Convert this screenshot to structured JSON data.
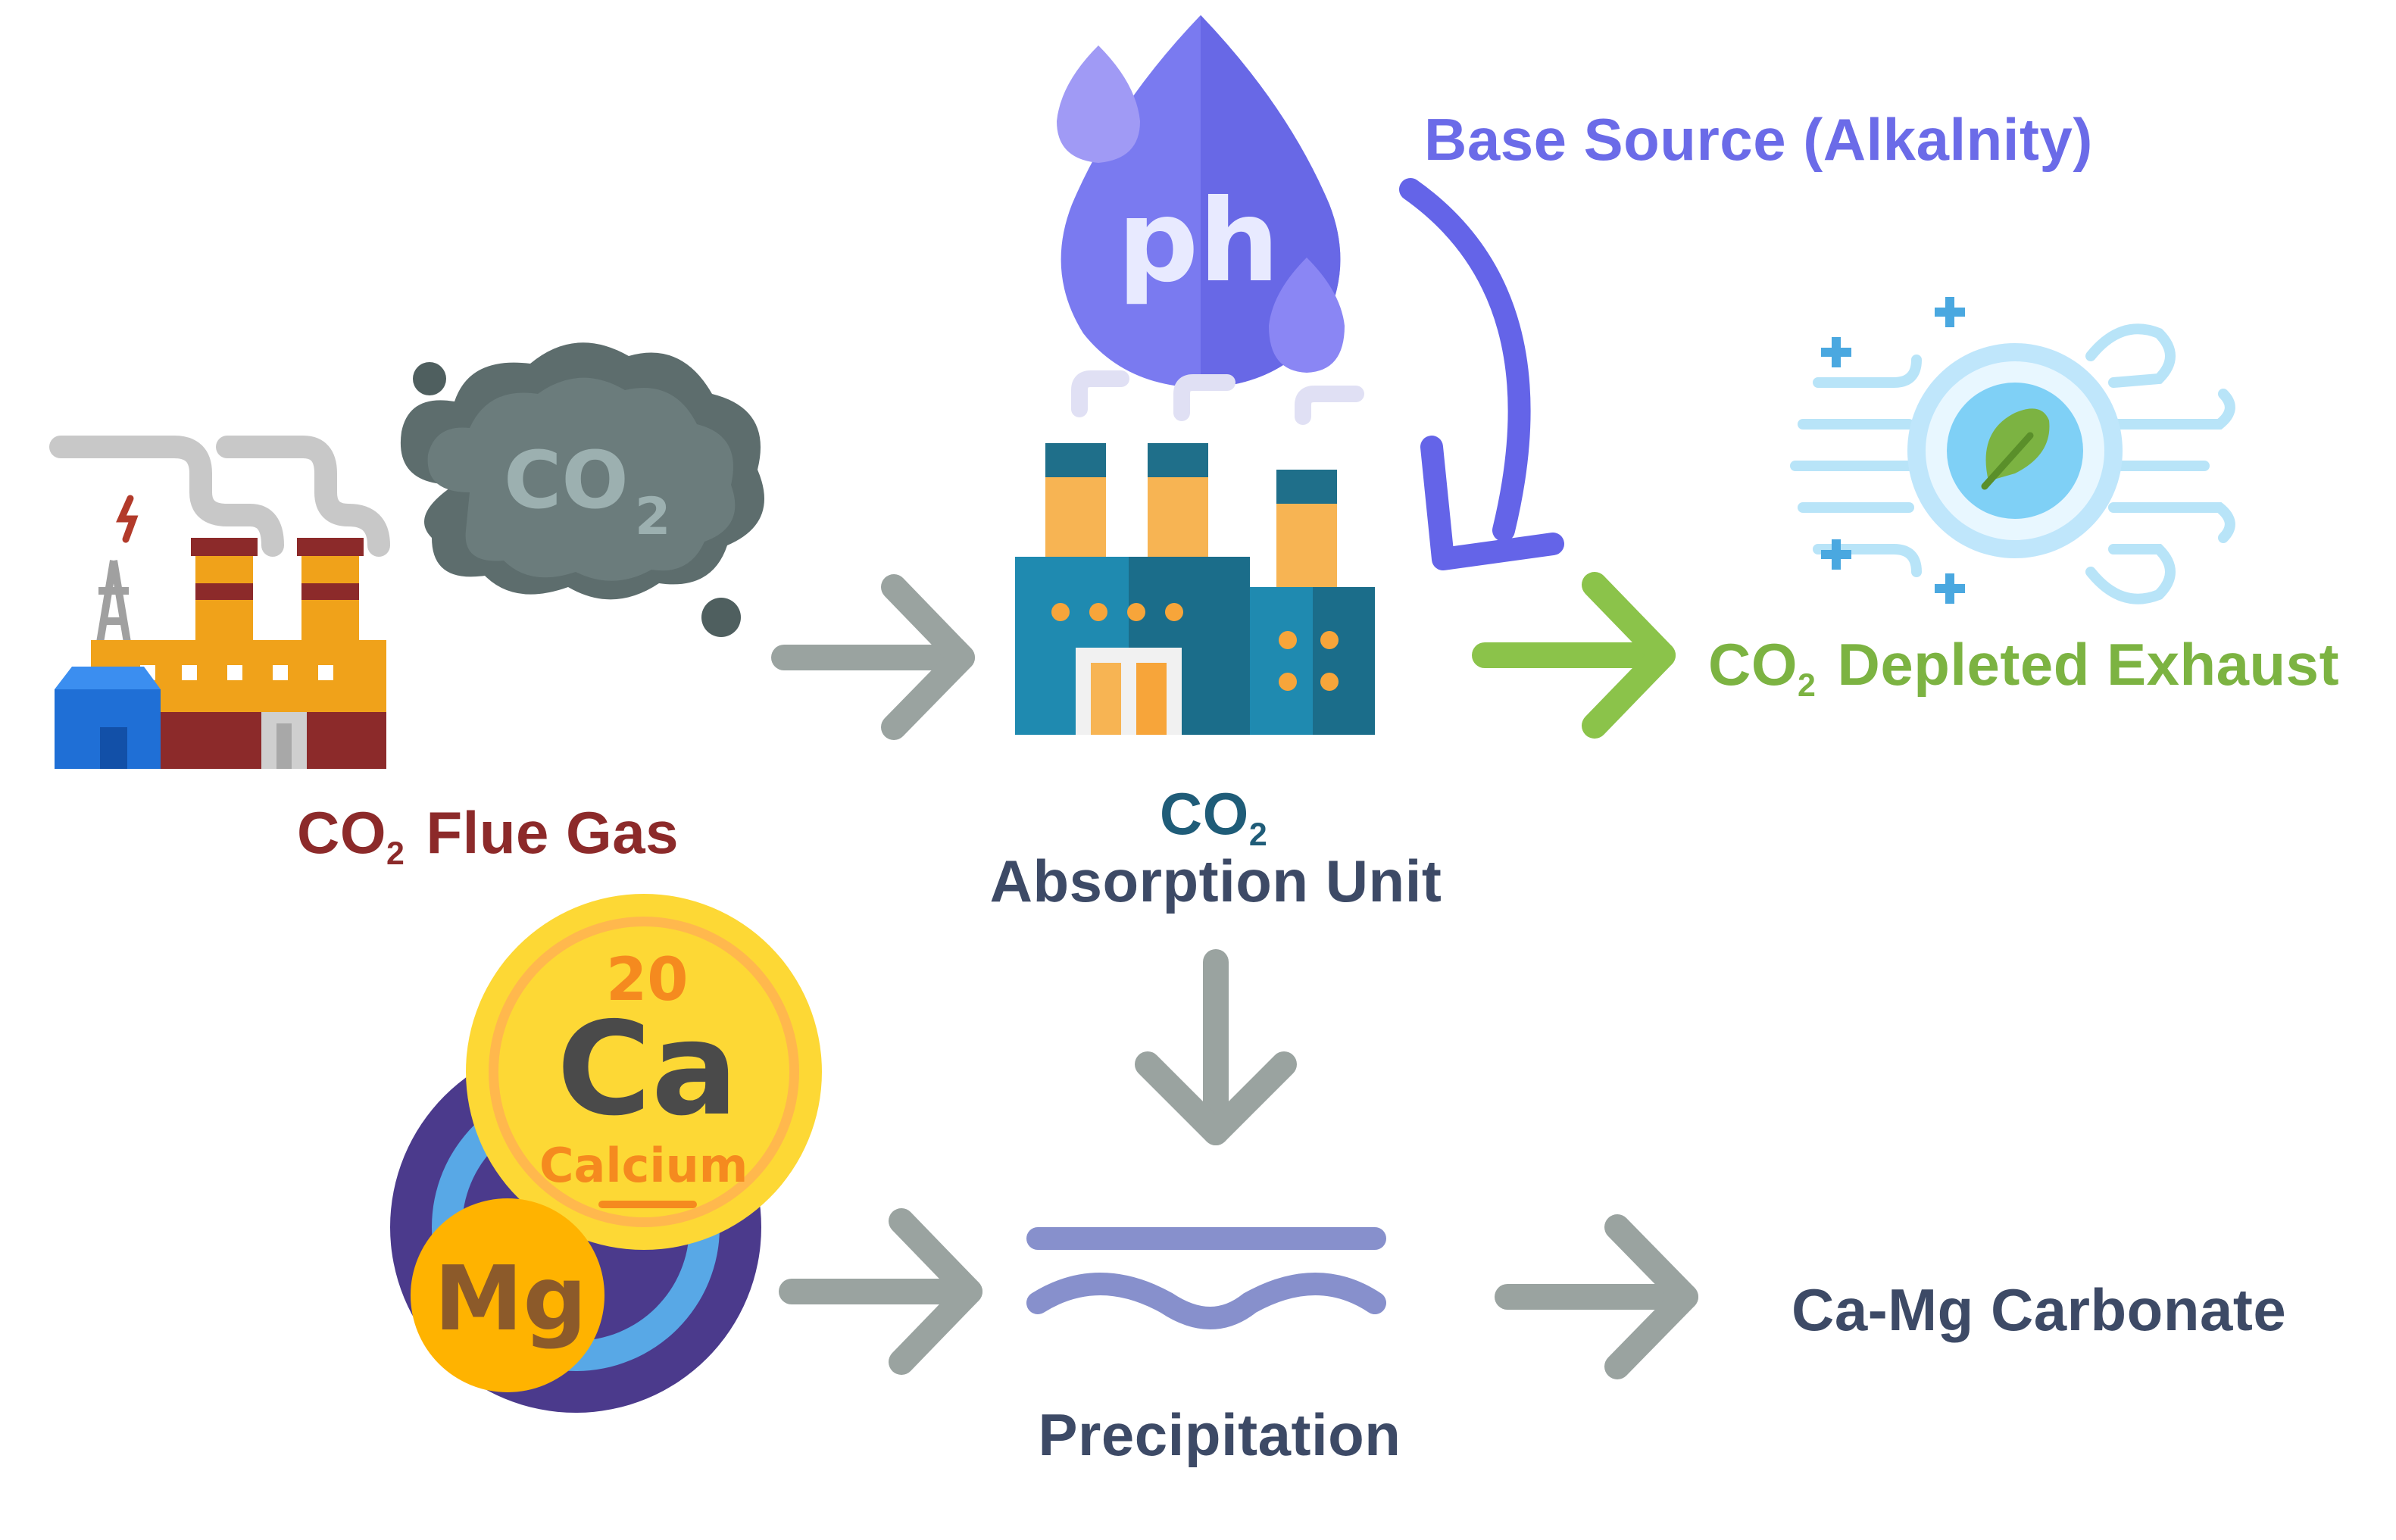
{
  "labels": {
    "flue_gas": {
      "prefix": "CO",
      "sub": "2",
      "text": "Flue Gas"
    },
    "absorption": {
      "prefix": "CO",
      "sub": "2",
      "text": "Absorption Unit"
    },
    "base_source": "Base Source (Alkalnity)",
    "exhaust": {
      "prefix": "CO",
      "sub": "2",
      "text": "Depleted Exhaust"
    },
    "precipitation": "Precipitation",
    "product": "Ca-Mg Carbonate"
  },
  "icon_text": {
    "cloud": {
      "main": "CO",
      "sub": "2"
    },
    "drop": "ph",
    "calcium_number": "20",
    "calcium_symbol": "Ca",
    "calcium_name": "Calcium",
    "magnesium_symbol": "Mg"
  },
  "icons": [
    "power-plant-icon",
    "co2-cloud-icon",
    "ph-drop-icon",
    "factory-icon",
    "clean-air-leaf-icon",
    "calcium-element-icon",
    "magnesium-element-icon",
    "precipitation-icon"
  ],
  "colors": {
    "flue_gas": "#8c2a2a",
    "absorption": "#1f5c78",
    "base_source": "#6b6be8",
    "exhaust": "#7cb342",
    "neutral_text": "#3d4a66",
    "arrow_gray": "#9aa3a0",
    "arrow_purple": "#6464e8",
    "arrow_green": "#8bc34a"
  }
}
